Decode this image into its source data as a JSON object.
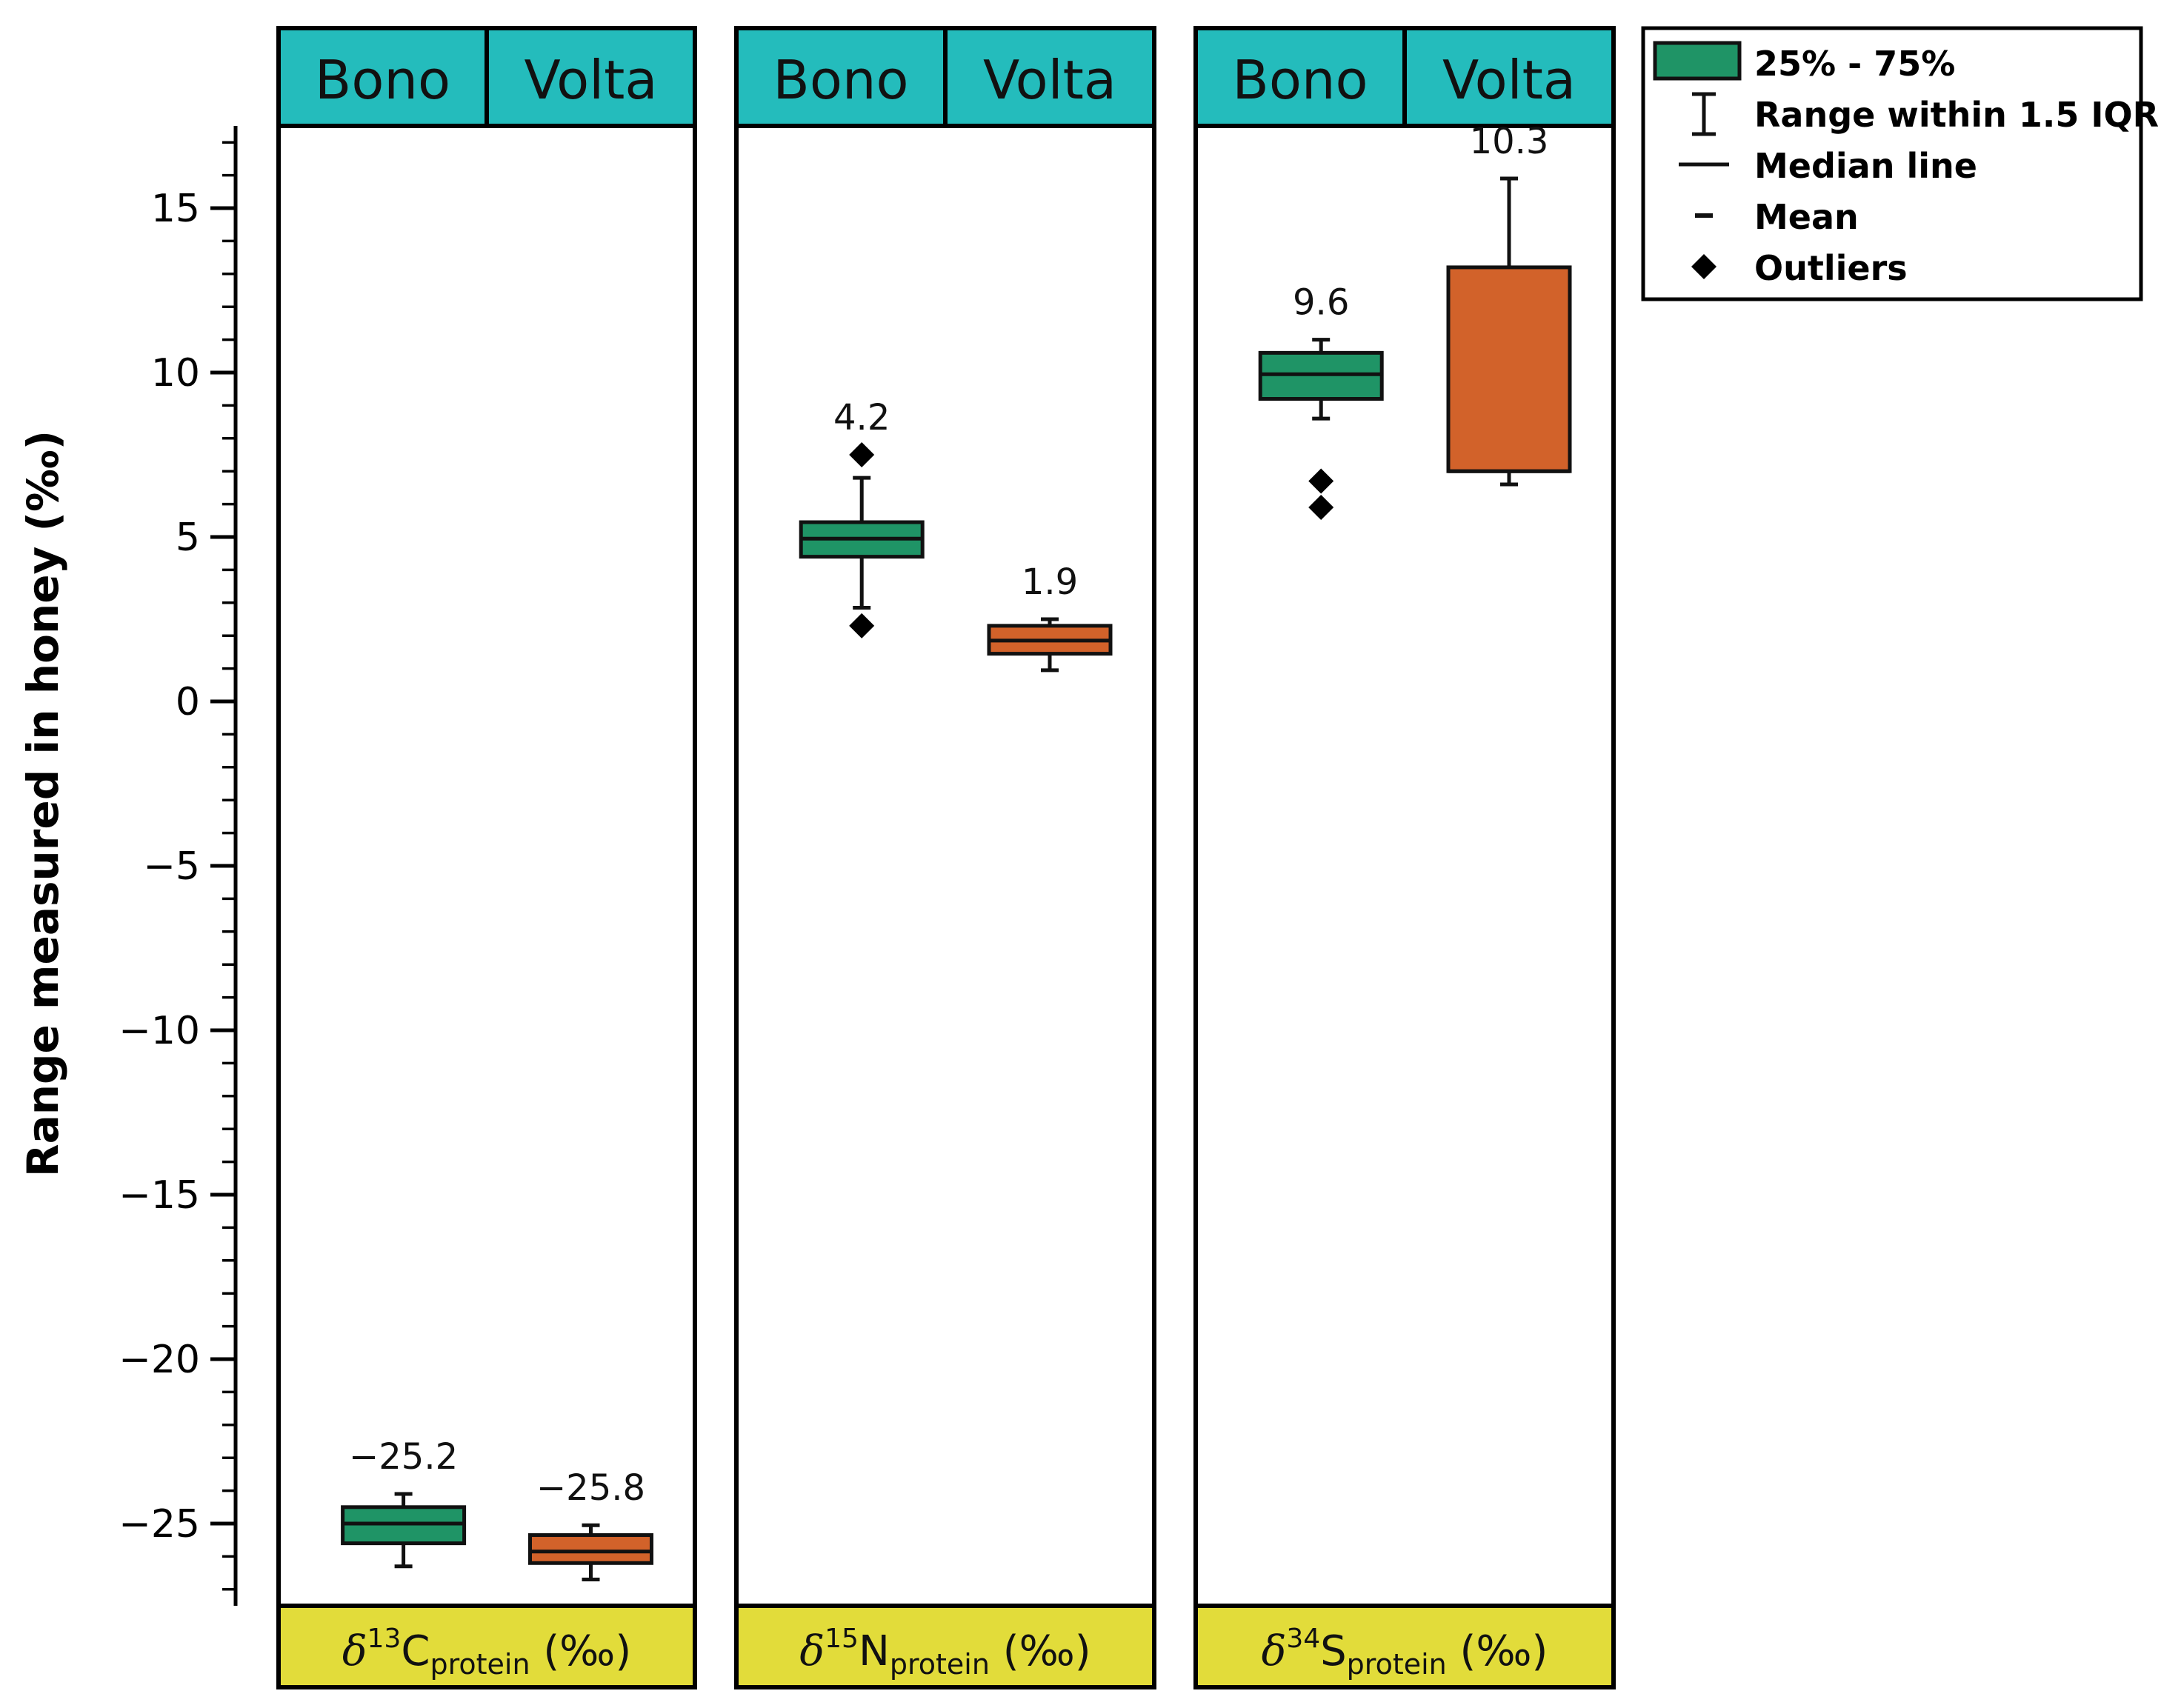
{
  "chart_data": {
    "type": "box",
    "ylabel": "Range measured in honey (‰)",
    "ylim": [
      -27.5,
      17.5
    ],
    "yticks": [
      15,
      10,
      5,
      0,
      -5,
      -10,
      -15,
      -20,
      -25
    ],
    "ytick_labels": [
      "15",
      "10",
      "5",
      "0",
      "−5",
      "−10",
      "−15",
      "−20",
      "−25"
    ],
    "groups": [
      "Bono",
      "Volta"
    ],
    "colors": {
      "Bono": "#1f9466",
      "Volta": "#d2622a",
      "header": "#24bcbc",
      "footer": "#e2dc3a"
    },
    "panels": [
      {
        "label_symbol": "𝛿",
        "label_isotope": "13",
        "label_element": "C",
        "label_sub": "protein",
        "label_unit": " (‰)",
        "boxes": [
          {
            "group": "Bono",
            "whisker_low": -26.3,
            "q1": -25.6,
            "median": -25.0,
            "q3": -24.5,
            "whisker_high": -24.1,
            "mean": -25.2,
            "mean_label": "−25.2",
            "outliers": []
          },
          {
            "group": "Volta",
            "whisker_low": -26.7,
            "q1": -26.2,
            "median": -25.85,
            "q3": -25.35,
            "whisker_high": -25.05,
            "mean": -25.8,
            "mean_label": "−25.8",
            "outliers": []
          }
        ]
      },
      {
        "label_symbol": "𝛿",
        "label_isotope": "15",
        "label_element": "N",
        "label_sub": "protein",
        "label_unit": " (‰)",
        "boxes": [
          {
            "group": "Bono",
            "whisker_low": 2.85,
            "q1": 4.4,
            "median": 4.95,
            "q3": 5.45,
            "whisker_high": 6.8,
            "mean": 4.2,
            "mean_label": "4.2",
            "outliers": [
              7.5,
              2.3
            ]
          },
          {
            "group": "Volta",
            "whisker_low": 0.95,
            "q1": 1.45,
            "median": 1.85,
            "q3": 2.3,
            "whisker_high": 2.5,
            "mean": 1.9,
            "mean_label": "1.9",
            "outliers": []
          }
        ]
      },
      {
        "label_symbol": "𝛿",
        "label_isotope": "34",
        "label_element": "S",
        "label_sub": "protein",
        "label_unit": " (‰)",
        "boxes": [
          {
            "group": "Bono",
            "whisker_low": 8.6,
            "q1": 9.2,
            "median": 9.95,
            "q3": 10.6,
            "whisker_high": 11.0,
            "mean": 9.6,
            "mean_label": "9.6",
            "outliers": [
              6.7,
              5.9
            ]
          },
          {
            "group": "Volta",
            "whisker_low": 6.6,
            "q1": 7.0,
            "median": 7.0,
            "q3": 13.2,
            "whisker_high": 15.9,
            "mean": 10.3,
            "mean_label": "10.3",
            "outliers": []
          }
        ]
      }
    ],
    "legend": {
      "position": "top-right",
      "items": [
        {
          "symbol": "box",
          "label": "25% - 75%"
        },
        {
          "symbol": "whisker",
          "label": "Range within 1.5 IQR"
        },
        {
          "symbol": "line",
          "label": "Median line"
        },
        {
          "symbol": "dash",
          "label": "Mean"
        },
        {
          "symbol": "diamond",
          "label": "Outliers"
        }
      ]
    }
  }
}
